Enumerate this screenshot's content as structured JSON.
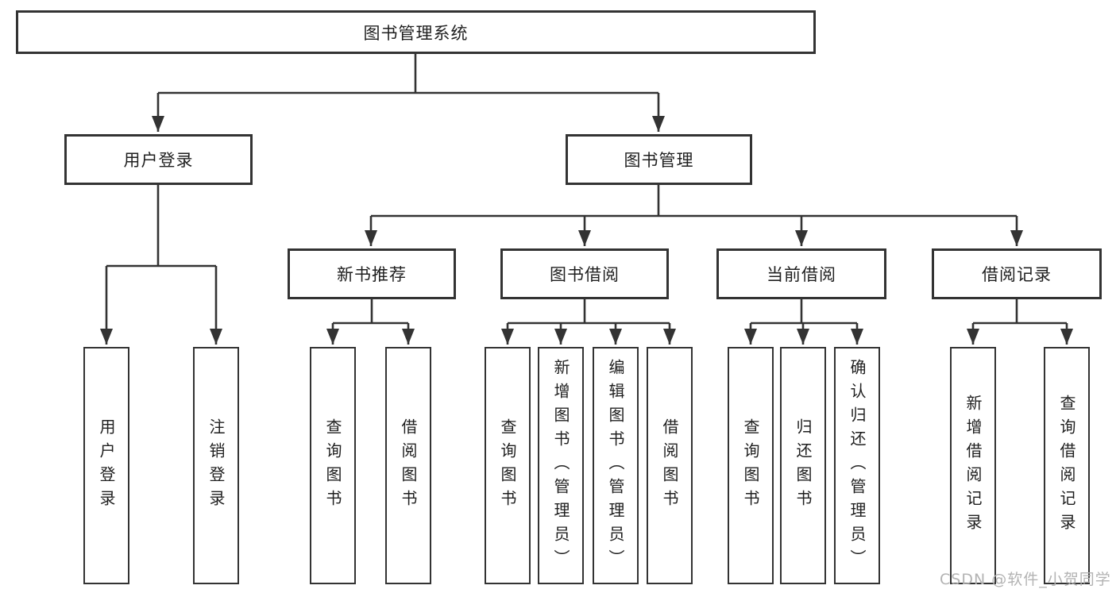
{
  "diagram": {
    "type": "hierarchy-tree",
    "colors": {
      "line": "#333333",
      "box_border": "#333333",
      "text": "#1f1f1f",
      "background": "#ffffff",
      "watermark": "#b3b3b3"
    },
    "nodes": {
      "root": {
        "label": "图书管理系统"
      },
      "user_login": {
        "label": "用户登录"
      },
      "book_management": {
        "label": "图书管理"
      },
      "new_book_recommend": {
        "label": "新书推荐"
      },
      "book_borrow": {
        "label": "图书借阅"
      },
      "current_borrow": {
        "label": "当前借阅"
      },
      "borrow_record": {
        "label": "借阅记录"
      },
      "leaf_user_login": {
        "label": "用户登录"
      },
      "leaf_logout": {
        "label": "注销登录"
      },
      "leaf_newrec_query_book": {
        "label": "查询图书"
      },
      "leaf_newrec_borrow_book": {
        "label": "借阅图书"
      },
      "leaf_borrow_query_book": {
        "label": "查询图书"
      },
      "leaf_borrow_add_book": {
        "label": "新增图书（管理员）"
      },
      "leaf_borrow_edit_book": {
        "label": "编辑图书（管理员）"
      },
      "leaf_borrow_borrow_book": {
        "label": "借阅图书"
      },
      "leaf_current_query_book": {
        "label": "查询图书"
      },
      "leaf_current_return_book": {
        "label": "归还图书"
      },
      "leaf_current_confirm_return": {
        "label": "确认归还（管理员）"
      },
      "leaf_record_add": {
        "label": "新增借阅记录"
      },
      "leaf_record_query": {
        "label": "查询借阅记录"
      }
    },
    "edges": [
      [
        "root",
        "user_login"
      ],
      [
        "root",
        "book_management"
      ],
      [
        "user_login",
        "leaf_user_login"
      ],
      [
        "user_login",
        "leaf_logout"
      ],
      [
        "book_management",
        "new_book_recommend"
      ],
      [
        "book_management",
        "book_borrow"
      ],
      [
        "book_management",
        "current_borrow"
      ],
      [
        "book_management",
        "borrow_record"
      ],
      [
        "new_book_recommend",
        "leaf_newrec_query_book"
      ],
      [
        "new_book_recommend",
        "leaf_newrec_borrow_book"
      ],
      [
        "book_borrow",
        "leaf_borrow_query_book"
      ],
      [
        "book_borrow",
        "leaf_borrow_add_book"
      ],
      [
        "book_borrow",
        "leaf_borrow_edit_book"
      ],
      [
        "book_borrow",
        "leaf_borrow_borrow_book"
      ],
      [
        "current_borrow",
        "leaf_current_query_book"
      ],
      [
        "current_borrow",
        "leaf_current_return_book"
      ],
      [
        "current_borrow",
        "leaf_current_confirm_return"
      ],
      [
        "borrow_record",
        "leaf_record_add"
      ],
      [
        "borrow_record",
        "leaf_record_query"
      ]
    ]
  },
  "watermark": {
    "text": "CSDN @软件_小贺同学"
  }
}
